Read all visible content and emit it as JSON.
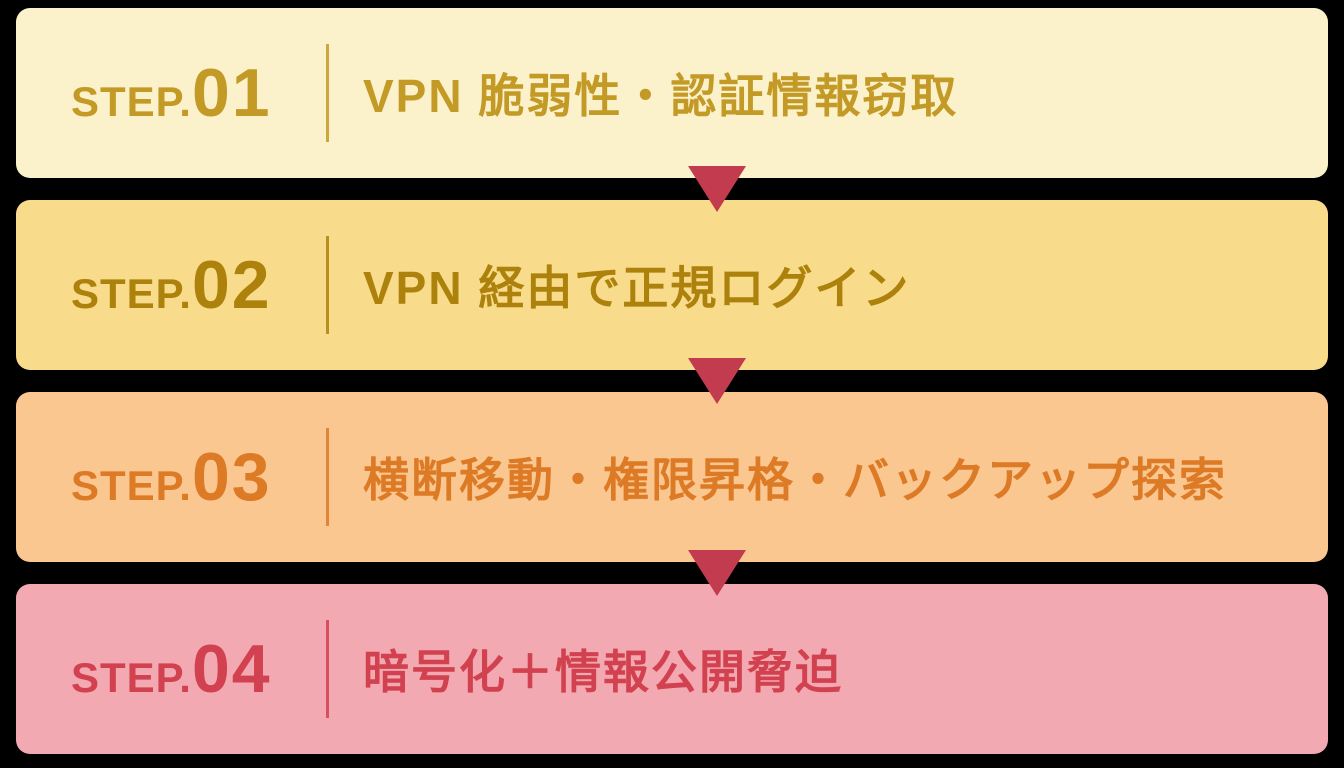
{
  "diagram": {
    "description": "4-step attack flow diagram",
    "arrow_color": "#c23b4e",
    "background": "#000000"
  },
  "steps": [
    {
      "label_prefix": "STEP.",
      "number": "01",
      "title": "VPN 脆弱性・認証情報窃取",
      "colors": {
        "bg": "#fbf2cb",
        "fg": "#c49a26"
      }
    },
    {
      "label_prefix": "STEP.",
      "number": "02",
      "title": "VPN 経由で正規ログイン",
      "colors": {
        "bg": "#f8db8b",
        "fg": "#ad820c"
      }
    },
    {
      "label_prefix": "STEP.",
      "number": "03",
      "title": "横断移動・権限昇格・バックアップ探索",
      "colors": {
        "bg": "#fac791",
        "fg": "#dd7a26"
      }
    },
    {
      "label_prefix": "STEP.",
      "number": "04",
      "title": "暗号化＋情報公開脅迫",
      "colors": {
        "bg": "#f3a9b1",
        "fg": "#d2414f"
      }
    }
  ]
}
